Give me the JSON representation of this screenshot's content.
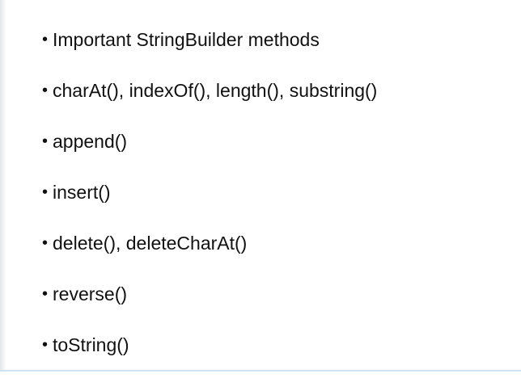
{
  "slide": {
    "bullet_symbol": "•",
    "items": [
      "Important StringBuilder methods",
      "charAt(), indexOf(), length(), substring()",
      "append()",
      "insert()",
      "delete(), deleteCharAt()",
      "reverse()",
      "toString()"
    ]
  }
}
